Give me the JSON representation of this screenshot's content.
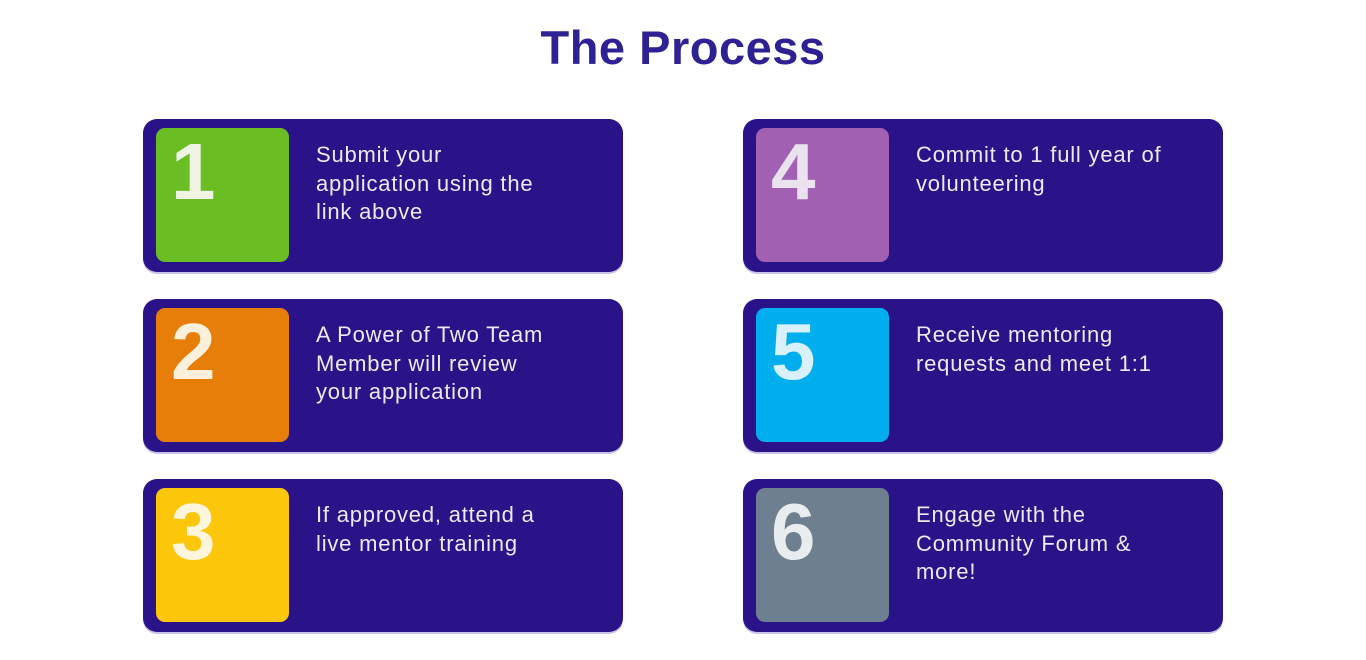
{
  "page": {
    "title": "The Process",
    "title_color": "#2e2193",
    "background_color": "#ffffff"
  },
  "card_style": {
    "background_color": "#2a1388",
    "text_color": "#eceaf6"
  },
  "cards": [
    {
      "number": "1",
      "text": "Submit your\napplication using the\nlink above",
      "square_color": "#6abd23",
      "number_color": "#eff4e3"
    },
    {
      "number": "2",
      "text": "A Power of Two Team\nMember will review\nyour application",
      "square_color": "#e77e0a",
      "number_color": "#faf0dc"
    },
    {
      "number": "3",
      "text": "If approved, attend a\nlive mentor training",
      "square_color": "#fcc60b",
      "number_color": "#fdf6dc"
    },
    {
      "number": "4",
      "text": "Commit to 1 full year of\nvolunteering",
      "square_color": "#a260b3",
      "number_color": "#ebe2f0"
    },
    {
      "number": "5",
      "text": "Receive mentoring\nrequests and meet 1:1",
      "square_color": "#00aeee",
      "number_color": "#d8f1fb"
    },
    {
      "number": "6",
      "text": "Engage with the\nCommunity Forum &\nmore!",
      "square_color": "#6e808f",
      "number_color": "#e9edef"
    }
  ]
}
